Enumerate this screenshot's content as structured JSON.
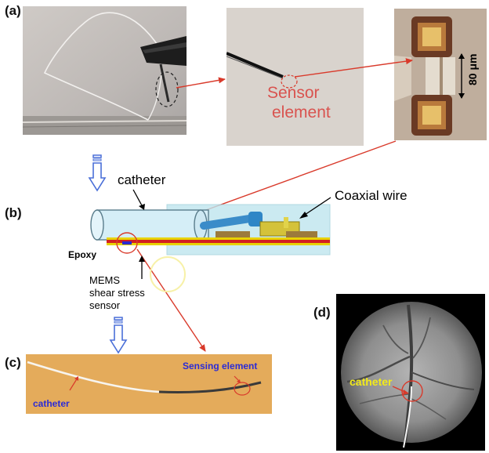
{
  "panels": {
    "a": "(a)",
    "b": "(b)",
    "c": "(c)",
    "d": "(d)"
  },
  "panel_a": {
    "sensor_label_line1": "Sensor",
    "sensor_label_line2": "element",
    "scale_label": "80 μm"
  },
  "panel_b": {
    "catheter_label": "catheter",
    "coaxial_label": "Coaxial wire",
    "epoxy_label": "Epoxy",
    "mems_label_line1": "MEMS",
    "mems_label_line2": "shear stress",
    "mems_label_line3": "sensor"
  },
  "panel_c": {
    "sensing_label": "Sensing element",
    "catheter_label": "catheter"
  },
  "panel_d": {
    "catheter_label": "catheter"
  },
  "colors": {
    "annotation_red": "#d93a2b",
    "sensor_text": "#d9534f",
    "arrow_blue": "#4a6fd8",
    "sensing_text": "#2b2bd6",
    "yellow_label": "#f2ea1a",
    "tube_blue": "#cfeaf4",
    "substrate_yellow": "#e8d200",
    "substrate_red": "#d32020"
  }
}
